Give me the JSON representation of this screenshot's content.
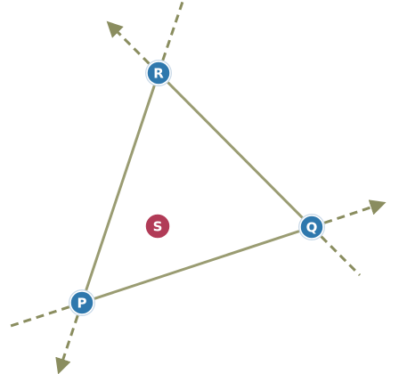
{
  "diagram": {
    "points": {
      "r": {
        "label": "R",
        "color": "#2f78ad"
      },
      "q": {
        "label": "Q",
        "color": "#2f78ad"
      },
      "p": {
        "label": "P",
        "color": "#2f78ad"
      },
      "s": {
        "label": "S",
        "color": "#b13b57"
      }
    },
    "line_color": "#9a9c72",
    "arrow_color": "#8a8d5f"
  }
}
